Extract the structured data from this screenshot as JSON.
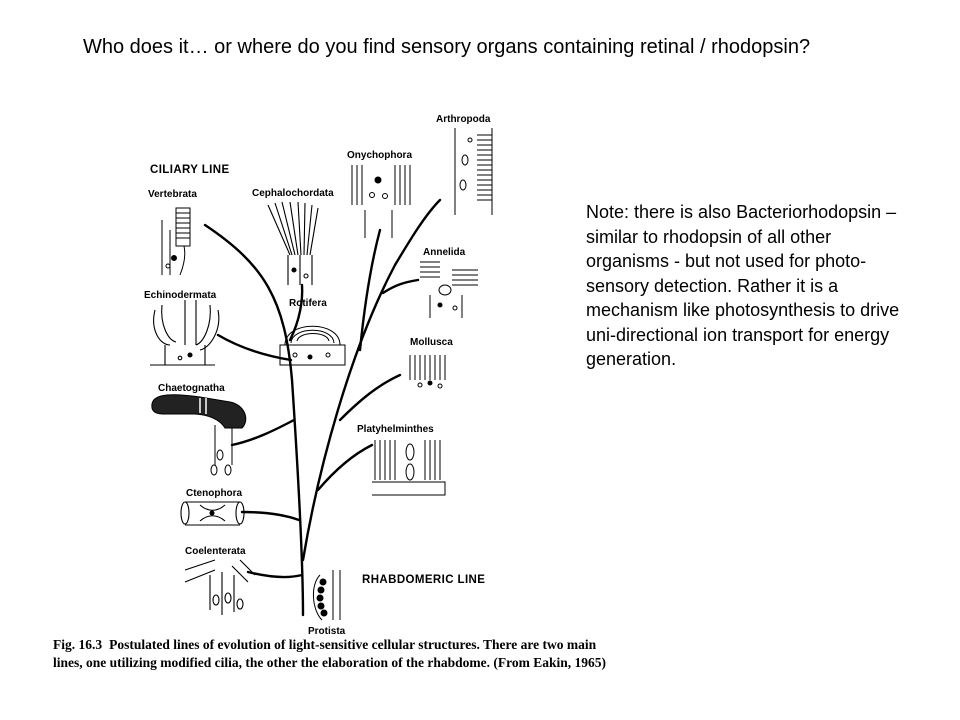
{
  "slide": {
    "title": "Who does it… or where do you find sensory organs containing retinal / rhodopsin?",
    "note": "Note: there is also Bacteriorhodopsin – similar to rhodopsin of all other organisms - but not used for photo-sensory detection. Rather it is a mechanism like photosynthesis to drive uni-directional ion transport for energy generation."
  },
  "figure": {
    "line_labels": {
      "ciliary": "CILIARY LINE",
      "rhabdomeric": "RHABDOMERIC LINE"
    },
    "taxa": {
      "vertebrata": "Vertebrata",
      "cephalochordata": "Cephalochordata",
      "echinodermata": "Echinodermata",
      "rotifera": "Rotifera",
      "chaetognatha": "Chaetognatha",
      "ctenophora": "Ctenophora",
      "coelenterata": "Coelenterata",
      "protista": "Protista",
      "onychophora": "Onychophora",
      "arthropoda": "Arthropoda",
      "annelida": "Annelida",
      "mollusca": "Mollusca",
      "platyhelminthes": "Platyhelminthes"
    },
    "caption": {
      "number": "Fig. 16.3",
      "text": "Postulated lines of evolution of light-sensitive cellular structures. There are two main lines, one utilizing modified cilia, the other the elaboration of the rhabdome. (From Eakin, 1965)"
    }
  }
}
